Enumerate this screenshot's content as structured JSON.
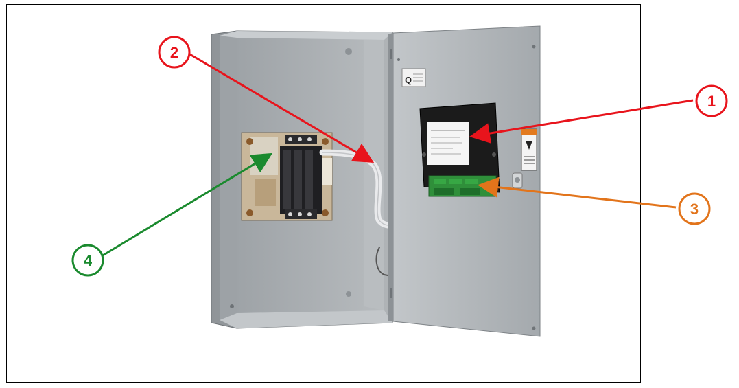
{
  "callouts": [
    {
      "id": "1",
      "label": "1",
      "color": "#e8141c"
    },
    {
      "id": "2",
      "label": "2",
      "color": "#e8141c"
    },
    {
      "id": "3",
      "label": "3",
      "color": "#e2741b"
    },
    {
      "id": "4",
      "label": "4",
      "color": "#1a8a2e"
    }
  ],
  "door_sticker": {
    "letter": "Q"
  },
  "colors": {
    "enclosure": "#a9aeb2",
    "enclosure_dark": "#8a8f94",
    "door": "#b2b7ba",
    "controller": "#1b1b1b",
    "pcb": "#2f8f3a"
  }
}
